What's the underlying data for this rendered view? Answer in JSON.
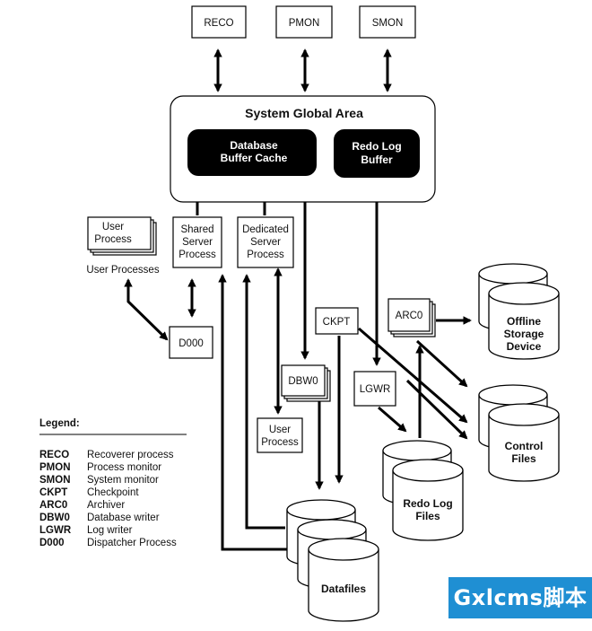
{
  "processes": {
    "reco": "RECO",
    "pmon": "PMON",
    "smon": "SMON",
    "ckpt": "CKPT",
    "arc0": "ARC0",
    "dbw0": "DBW0",
    "lgwr": "LGWR",
    "d000": "D000"
  },
  "sga": {
    "title": "System Global Area",
    "db_buffer_cache": [
      "Database",
      "Buffer Cache"
    ],
    "redo_log_buffer": [
      "Redo Log",
      "Buffer"
    ]
  },
  "server": {
    "shared": [
      "Shared",
      "Server",
      "Process"
    ],
    "dedicated": [
      "Dedicated",
      "Server",
      "Process"
    ]
  },
  "user": {
    "process_stack": [
      "User",
      "Process"
    ],
    "processes_caption": "User Processes",
    "single_process": [
      "User",
      "Process"
    ]
  },
  "storage": {
    "offline": [
      "Offline",
      "Storage",
      "Device"
    ],
    "control": [
      "Control",
      "Files"
    ],
    "redo_files": [
      "Redo Log",
      "Files"
    ],
    "datafiles": "Datafiles"
  },
  "legend": {
    "title": "Legend:",
    "items": [
      {
        "code": "RECO",
        "desc": "Recoverer process"
      },
      {
        "code": "PMON",
        "desc": "Process monitor"
      },
      {
        "code": "SMON",
        "desc": "System monitor"
      },
      {
        "code": "CKPT",
        "desc": "Checkpoint"
      },
      {
        "code": "ARC0",
        "desc": "Archiver"
      },
      {
        "code": "DBW0",
        "desc": "Database writer"
      },
      {
        "code": "LGWR",
        "desc": "Log writer"
      },
      {
        "code": "D000",
        "desc": "Dispatcher Process"
      }
    ]
  },
  "watermark": "Gxlcms脚本"
}
